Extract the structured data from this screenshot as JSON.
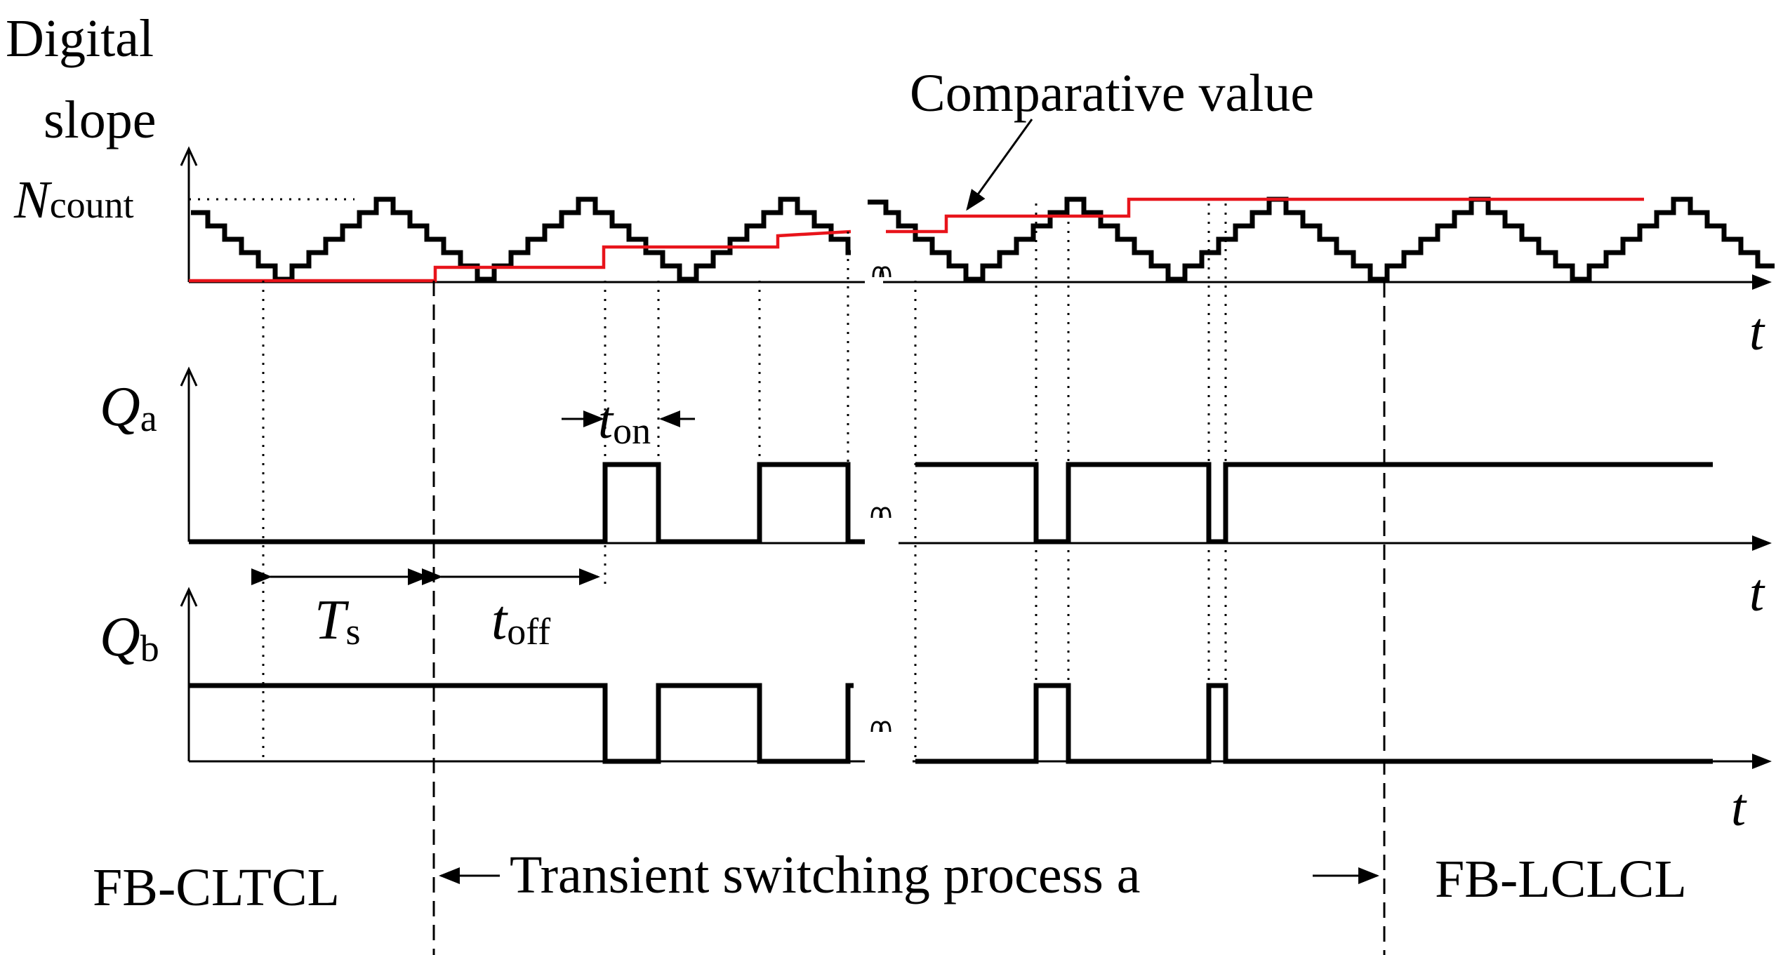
{
  "labels": {
    "digital": "Digital",
    "slope": "slope",
    "n_main": "N",
    "n_sub": "count",
    "comparative": "Comparative value",
    "qa_main": "Q",
    "qa_sub": "a",
    "qb_main": "Q",
    "qb_sub": "b",
    "t_axis": "t",
    "ton_main": "t",
    "ton_sub": "on",
    "toff_main": "t",
    "toff_sub": "off",
    "ts_main": "T",
    "ts_sub": "s",
    "left_mode": "FB-CLTCL",
    "transient": "Transient switching process a",
    "right_mode": "FB-LCLCL"
  },
  "colors": {
    "waveform": "#000000",
    "comparative": "#e8141b"
  }
}
